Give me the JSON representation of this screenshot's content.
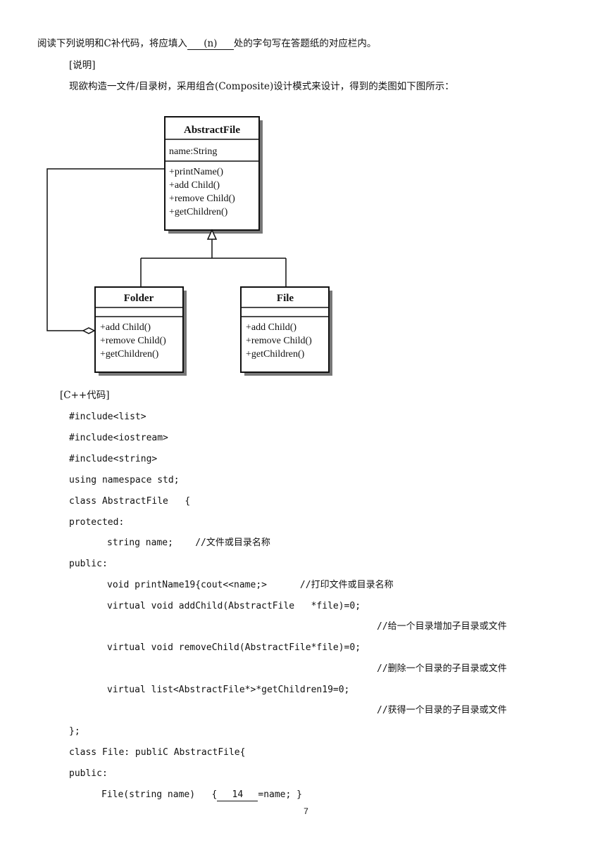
{
  "intro": {
    "line1_prefix": "阅读下列说明和C补代码，将应填入",
    "blank_n": "(n)",
    "line1_suffix": "处的字句写在答题纸的对应栏内。",
    "section_label": "[说明]",
    "description": "现欲构造一文件/目录树，采用组合(Composite)设计模式来设计，得到的类图如下图所示："
  },
  "diagram": {
    "abstract": {
      "name": "AbstractFile",
      "attribute": "name:String",
      "methods": [
        "+printName()",
        "+add Child()",
        "+remove Child()",
        "+getChildren()"
      ]
    },
    "folder": {
      "name": "Folder",
      "methods": [
        "+add Child()",
        "+remove Child()",
        "+getChildren()"
      ]
    },
    "file": {
      "name": "File",
      "methods": [
        "+add Child()",
        "+remove Child()",
        "+getChildren()"
      ]
    }
  },
  "code": {
    "label": "[C++代码]",
    "l1": "#include<list>",
    "l2": "#include<iostream>",
    "l3": "#include<string>",
    "l4": "using namespace std;",
    "l5": "class AbstractFile   {",
    "l6": "protected:",
    "l7": "string name;    //文件或目录名称",
    "l8": "public:",
    "l9": "void printName19{cout<<name;>      //打印文件或目录名称",
    "l10": "virtual void addChild(AbstractFile   *file)=0;",
    "l10c": "//给一个目录增加子目录或文件",
    "l11": "virtual void removeChild(AbstractFile*file)=0;",
    "l11c": "//删除一个目录的子目录或文件",
    "l12": "virtual list<AbstractFile*>*getChildren19=0;",
    "l12c": "//获得一个目录的子目录或文件",
    "l13": "};",
    "l14": "class File: publiC AbstractFile{",
    "l15": "public:",
    "l16_prefix": "File(string name)   {",
    "l16_blank": "14",
    "l16_suffix": "=name; }"
  },
  "page_number": "7"
}
